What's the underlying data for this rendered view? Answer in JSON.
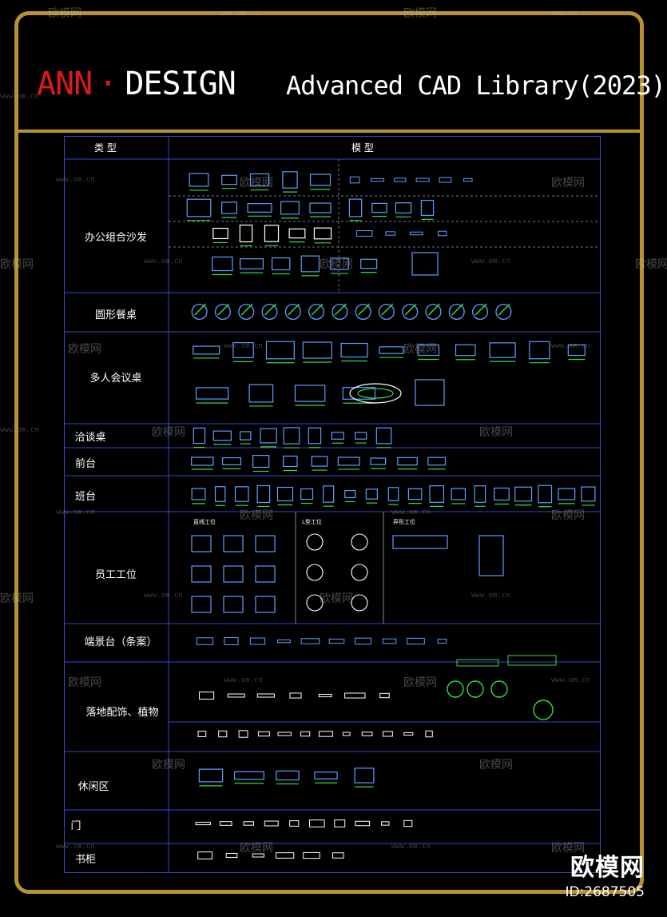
{
  "title": {
    "brand_a": "ANN",
    "brand_sep": "·",
    "brand_b": "DESIGN",
    "subtitle": "Advanced CAD Library(2023)"
  },
  "table": {
    "header_type": "类 型",
    "header_model": "模 型",
    "rows": [
      {
        "label": "办公组合沙发"
      },
      {
        "label": "圆形餐桌"
      },
      {
        "label": "多人会议桌"
      },
      {
        "label": "洽谈桌"
      },
      {
        "label": "前台"
      },
      {
        "label": "班台"
      },
      {
        "label": "员工工位"
      },
      {
        "label": "端景台（条案）"
      },
      {
        "label": "落地配饰、植物"
      },
      {
        "label": "休闲区"
      },
      {
        "label": "门"
      },
      {
        "label": "书柜"
      }
    ],
    "workstation_sublabels": [
      "直线工位",
      "L型工位",
      "异形工位"
    ]
  },
  "watermark": {
    "text": "欧模网",
    "url": "www.om.cn"
  },
  "brand_corner": {
    "name": "欧模网",
    "id": "ID:2687505"
  },
  "colors": {
    "frame": "#b8922e",
    "brand_red": "#e01818",
    "grid": "#3548c8",
    "cad_blue": "#5aa0ff",
    "cad_green": "#33dd44",
    "cad_white": "#ffffff"
  }
}
